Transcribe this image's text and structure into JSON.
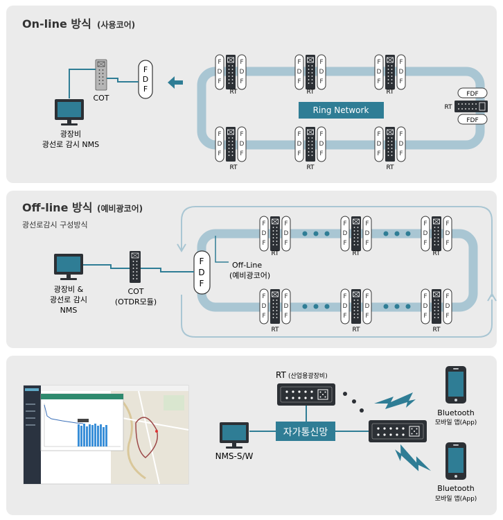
{
  "colors": {
    "panel": "#ebebeb",
    "ring": "#a9c6d3",
    "teal": "#2f7d95",
    "device": "#2c3035",
    "cable": "#2f7d95",
    "text": "#333333"
  },
  "panel1": {
    "title": "On-line 방식",
    "subtitle": "(사용코어)",
    "nms_label_line1": "광장비",
    "nms_label_line2": "광선로 감시 NMS",
    "cot_label": "COT",
    "ring_label": "Ring Network",
    "rt_label": "RT",
    "fdf_label": "FDF",
    "fdf_letters": [
      "F",
      "D",
      "F"
    ]
  },
  "panel2": {
    "title": "Off-line 방식",
    "subtitle": "(예비광코어)",
    "caption": "광선로감시 구성방식",
    "nms_label_line1": "광장비 &",
    "nms_label_line2": "광선로 감시",
    "nms_label_line3": "NMS",
    "cot_label_line1": "COT",
    "cot_label_line2": "(OTDR모듈)",
    "offline_label_line1": "Off-Line",
    "offline_label_line2": "(예비광코어)",
    "rt_label": "RT"
  },
  "panel3": {
    "rt_label": "RT",
    "rt_sublabel": "(산업용광장비)",
    "network_label": "자가통신망",
    "nms_label": "NMS-S/W",
    "bt_label": "Bluetooth",
    "bt_sublabel": "모바일 앱(App)"
  }
}
